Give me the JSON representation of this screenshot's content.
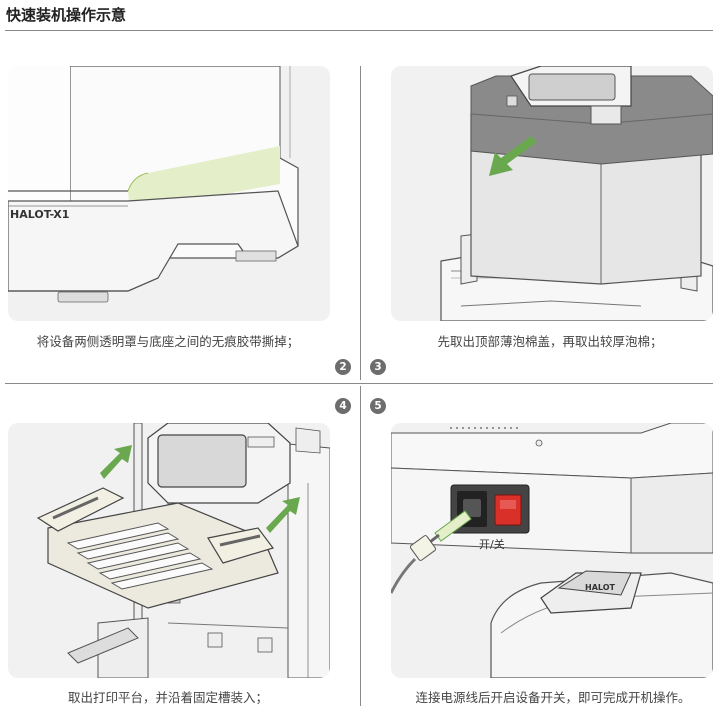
{
  "title": "快速装机操作示意",
  "steps": {
    "step1": {
      "caption": "将设备两侧透明罩与底座之间的无痕胶带撕掉；",
      "label_text": "HALOT-X1"
    },
    "step2": {
      "number": "2",
      "caption": "先取出顶部薄泡棉盖，再取出较厚泡棉；"
    },
    "step3": {
      "number": "3"
    },
    "step4": {
      "number": "4",
      "caption": "取出打印平台，并沿着固定槽装入；"
    },
    "step5": {
      "number": "5",
      "caption": "连接电源线后开启设备开关，即可完成开机操作。",
      "switch_label": "开/关",
      "logo_text": "HALOT"
    }
  },
  "colors": {
    "panel_bg": "#f1f1f1",
    "arrow_green": "#6aa84f",
    "tape_green": "#e4efc9",
    "switch_red": "#d9302a",
    "badge_gray": "#6d6d6d"
  }
}
